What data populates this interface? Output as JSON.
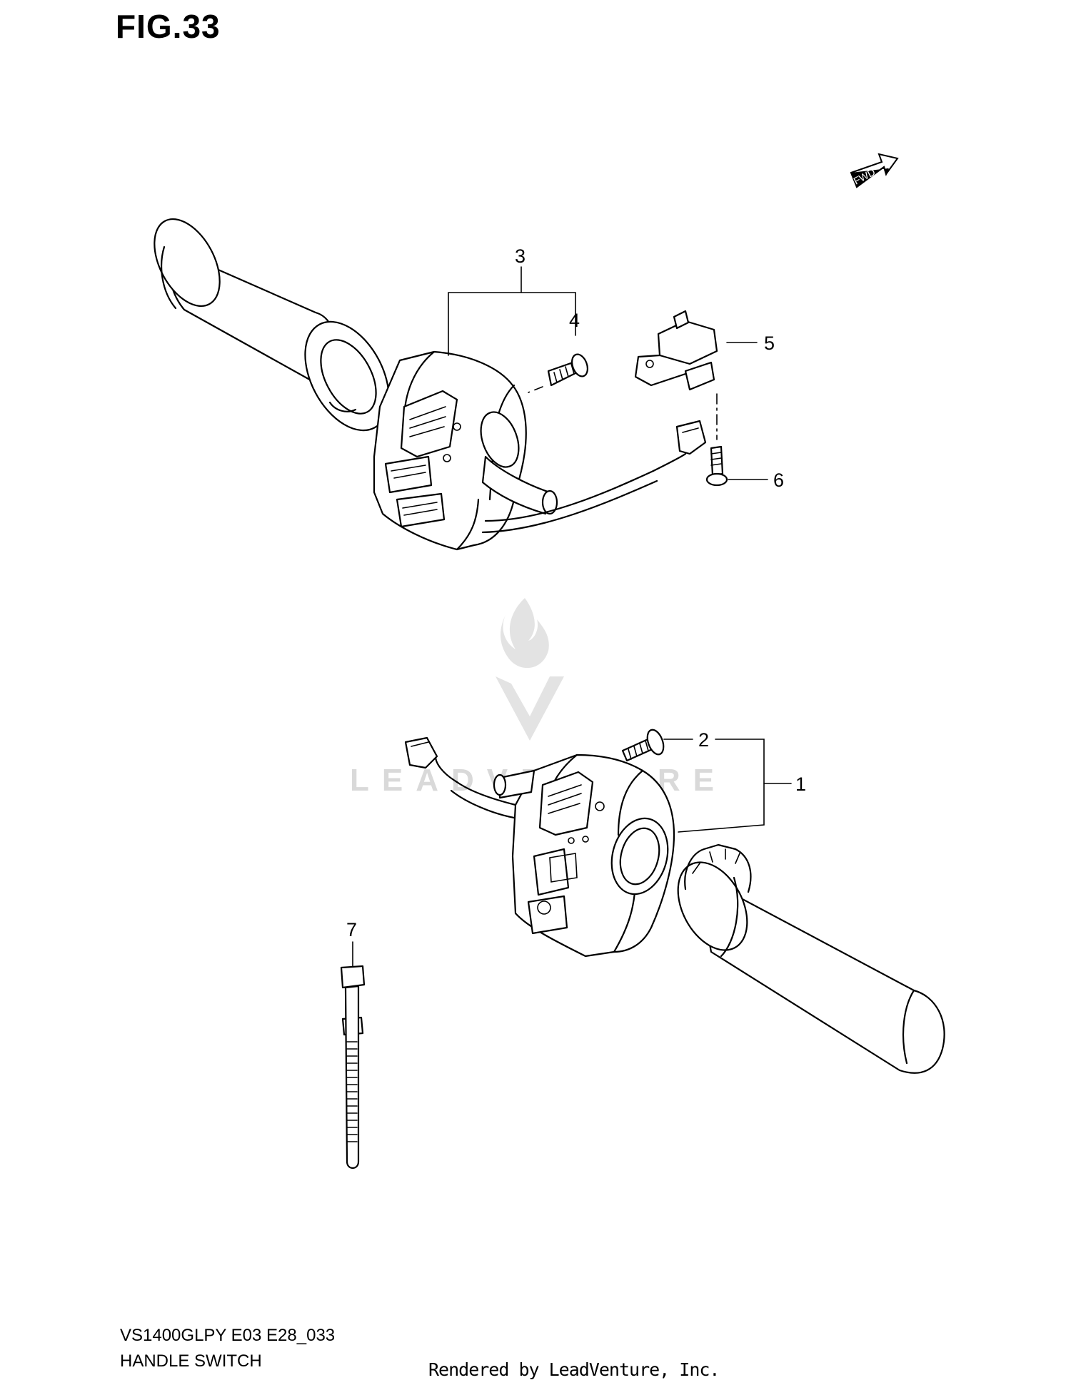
{
  "figure": {
    "title": "FIG.33",
    "model_code": "VS1400GLPY E03 E28_033",
    "name": "HANDLE SWITCH",
    "credit": "Rendered by LeadVenture, Inc."
  },
  "fwd_label": "FWD",
  "callouts": [
    "1",
    "2",
    "3",
    "4",
    "5",
    "6",
    "7"
  ],
  "watermark": {
    "text": "LEADVENTURE",
    "color": "#d9d9d9"
  }
}
